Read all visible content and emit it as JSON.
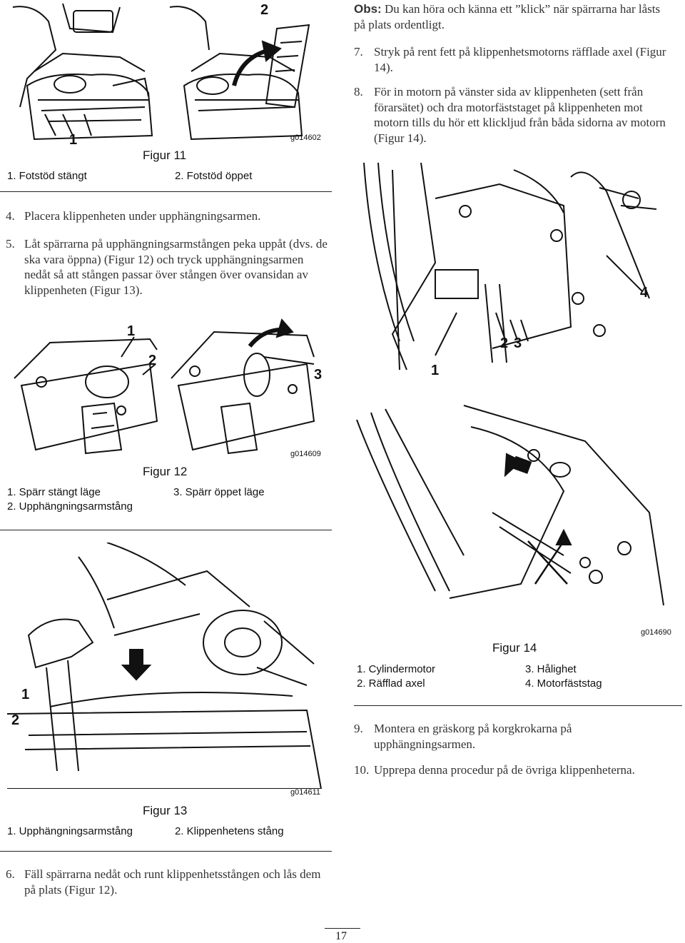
{
  "figure11": {
    "callout_1": "1",
    "callout_2": "2",
    "code": "g014602",
    "title": "Figur 11",
    "legend": [
      "1. Fotstöd stängt",
      "2. Fotstöd öppet"
    ]
  },
  "figure12": {
    "callout_1": "1",
    "callout_2": "2",
    "callout_3": "3",
    "code": "g014609",
    "title": "Figur 12",
    "legend": [
      "1. Spärr  stängt läge",
      "2. Upphängningsarmstång",
      "3. Spärr  öppet läge"
    ]
  },
  "figure13": {
    "callout_1": "1",
    "callout_2": "2",
    "code": "g014611",
    "title": "Figur 13",
    "legend": [
      "1. Upphängningsarmstång",
      "2. Klippenhetens stång"
    ]
  },
  "figure14": {
    "callout_1": "1",
    "callout_2": "2",
    "callout_3": "3",
    "callout_4": "4",
    "code": "g014690",
    "title": "Figur 14",
    "legend": [
      "1. Cylindermotor",
      "2. Räfflad axel",
      "3. Hålighet",
      "4. Motorfäststag"
    ]
  },
  "steps_left": {
    "step4": {
      "num": "4.",
      "text": "Placera klippenheten under upphängningsarmen."
    },
    "step5": {
      "num": "5.",
      "text": "Låt spärrarna på upphängningsarmstången peka uppåt (dvs. de ska vara öppna) (Figur 12) och tryck upphängningsarmen nedåt så att stången passar över stången över ovansidan av klippenheten (Figur 13)."
    },
    "step6": {
      "num": "6.",
      "text": "Fäll spärrarna nedåt och runt klippenhetsstången och lås dem på plats (Figur 12)."
    }
  },
  "steps_right": {
    "obs_label": "Obs:",
    "obs_text": "Du kan höra och känna ett ”klick” när spärrarna har låsts på plats ordentligt.",
    "step7": {
      "num": "7.",
      "text": "Stryk på rent fett på klippenhetsmotorns räfflade axel (Figur 14)."
    },
    "step8": {
      "num": "8.",
      "text": "För in motorn på vänster sida av klippenheten (sett från förarsätet) och dra motorfäststaget på klippenheten mot motorn tills du hör ett klickljud från båda sidorna av motorn (Figur 14)."
    },
    "step9": {
      "num": "9.",
      "text": "Montera en gräskorg på korgkrokarna på upphängningsarmen."
    },
    "step10": {
      "num": "10.",
      "text": "Upprepa denna procedur på de övriga klippenheterna."
    }
  },
  "page_number": "17"
}
